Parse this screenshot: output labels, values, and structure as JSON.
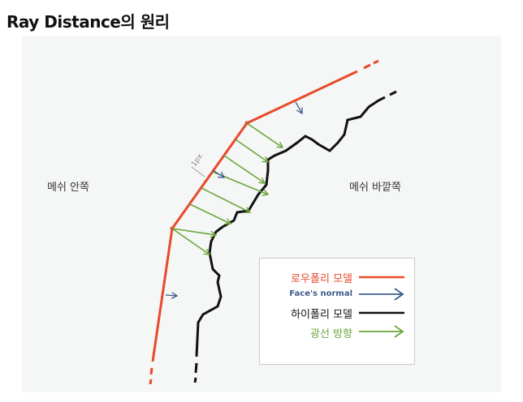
{
  "title": "Ray Distance의 원리",
  "diagram": {
    "inside_label": "메쉬 안쪽",
    "outside_label": "메쉬 바깥쪽",
    "pixel_label": "1px"
  },
  "legend": {
    "items": [
      {
        "label": "로우폴리 모델",
        "color": "#e84a2a",
        "kind": "line"
      },
      {
        "label": "Face's normal",
        "color": "#3d5a8c",
        "kind": "arrow"
      },
      {
        "label": "하이폴리 모델",
        "color": "#111111",
        "kind": "line"
      },
      {
        "label": "광선 방향",
        "color": "#6aa63a",
        "kind": "arrow"
      }
    ]
  },
  "colors": {
    "low_poly": "#e84a2a",
    "normal": "#3d5a8c",
    "high_poly": "#111111",
    "ray": "#6aa63a"
  }
}
